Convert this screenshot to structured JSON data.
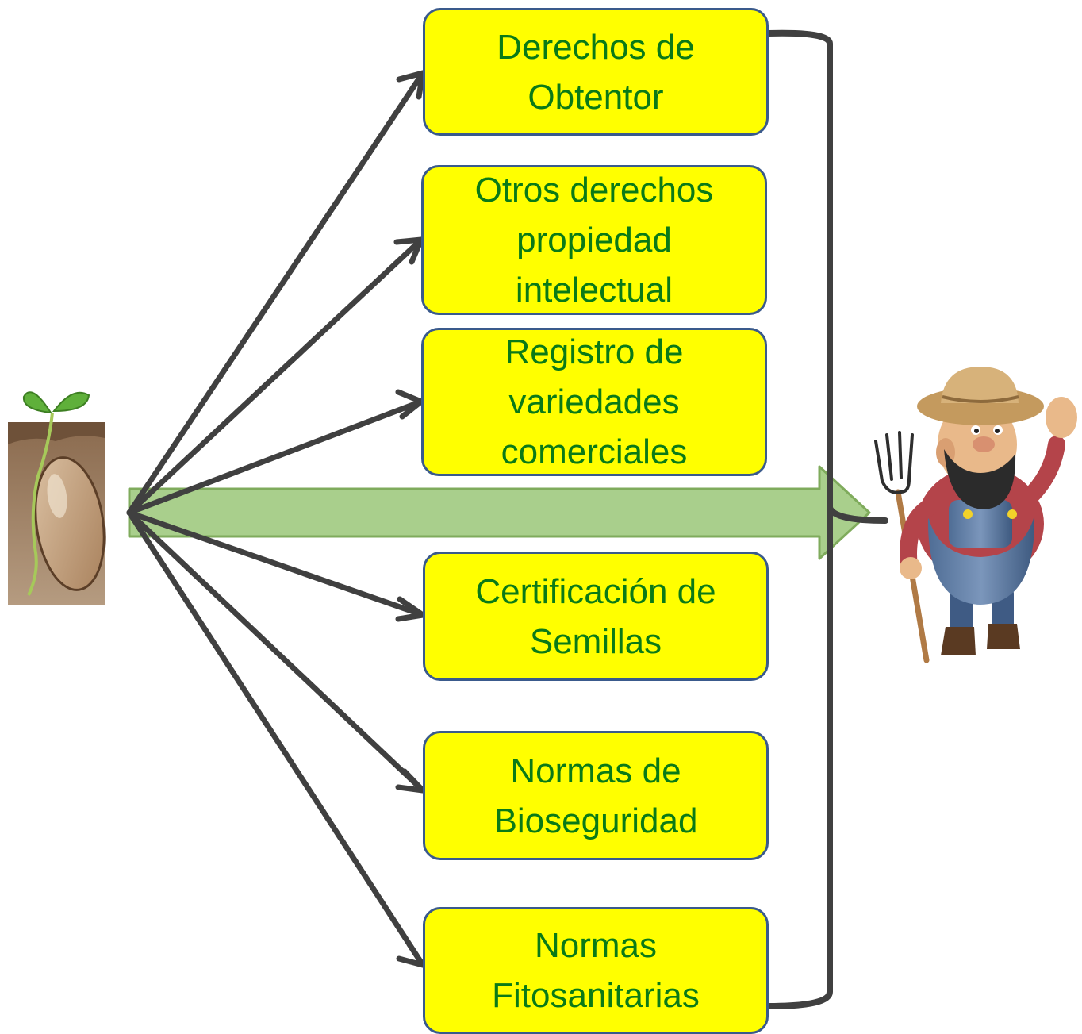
{
  "boxes": [
    {
      "label": "Derechos de\nObtentor"
    },
    {
      "label": "Otros derechos\npropiedad\nintelectual"
    },
    {
      "label": "Registro de\nvariedades\ncomerciales"
    },
    {
      "label": "Certificación de\nSemillas"
    },
    {
      "label": "Normas de\nBioseguridad"
    },
    {
      "label": "Normas\nFitosanitarias"
    }
  ],
  "colors": {
    "box_fill": "#ffff00",
    "box_border": "#3a5a8c",
    "text": "#0a7a17",
    "arrow": "#404040",
    "main_arrow_fill": "#a9cf8c",
    "main_arrow_border": "#7fab5c"
  },
  "icons": {
    "left": "seedling-seed-icon",
    "right": "farmer-with-pitchfork-icon"
  }
}
